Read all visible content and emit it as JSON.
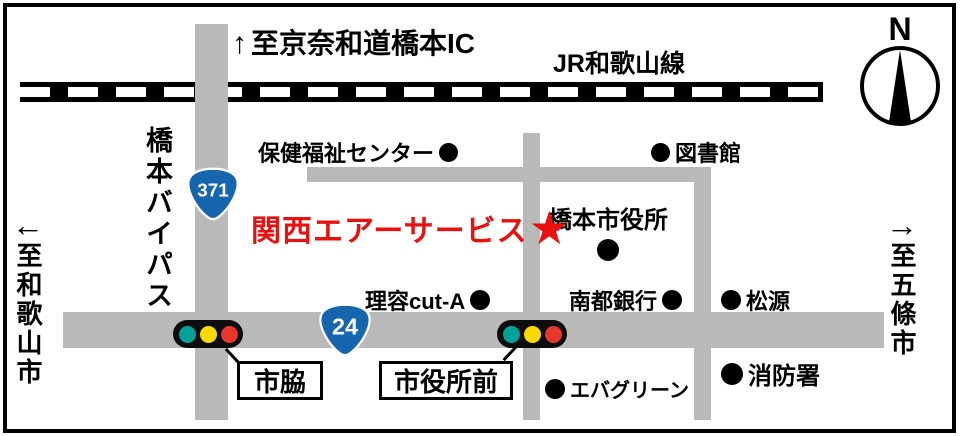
{
  "title": {
    "text": "関西エアーサービス",
    "star": "★",
    "color": "#e8110f"
  },
  "railway": {
    "label": "JR和歌山線"
  },
  "compass": {
    "label": "N"
  },
  "directions": {
    "north": {
      "arrow": "↑",
      "label": "至京奈和道橋本IC"
    },
    "west": {
      "arrow": "←",
      "label": "至和歌山市"
    },
    "east": {
      "arrow": "→",
      "label": "至五條市"
    }
  },
  "roads": {
    "bypass_label": "橋本バイパス",
    "shields": [
      {
        "number": "371"
      },
      {
        "number": "24"
      }
    ]
  },
  "intersections": [
    {
      "label": "市脇"
    },
    {
      "label": "市役所前"
    }
  ],
  "pois": [
    {
      "label": "保健福祉センター"
    },
    {
      "label": "図書館"
    },
    {
      "label": "橋本市役所"
    },
    {
      "label": "理容cut-A"
    },
    {
      "label": "南都銀行"
    },
    {
      "label": "松源"
    },
    {
      "label": "エバグリーン"
    },
    {
      "label": "消防署"
    }
  ],
  "colors": {
    "road_gray": "#b9b9b9",
    "shield_blue": "#1565af",
    "title_red": "#e8110f",
    "signal_green": "#00a29a",
    "signal_yellow": "#ffd800",
    "signal_red": "#e8382d"
  }
}
